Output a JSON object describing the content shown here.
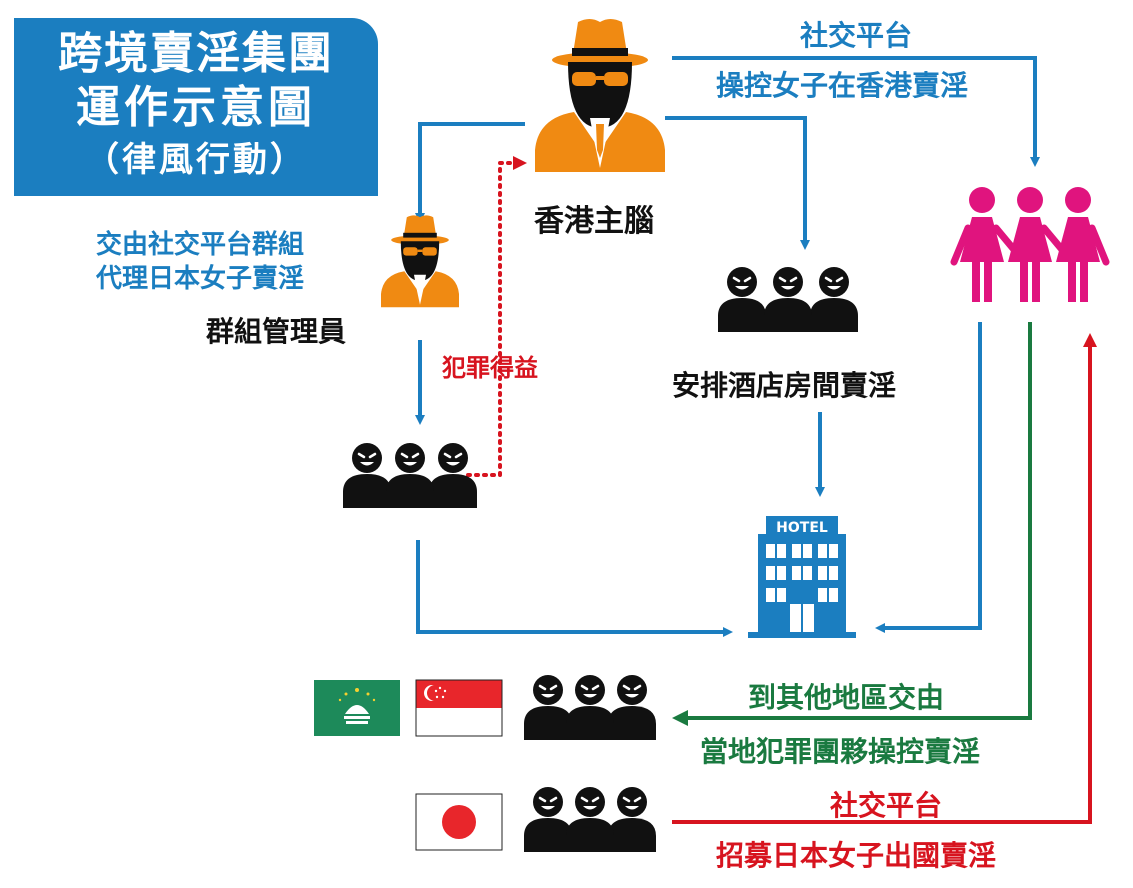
{
  "title": {
    "line1": "跨境賣淫集團",
    "line2": "運作示意圖",
    "line3": "（律風行動）"
  },
  "nodes": {
    "hk_mastermind": "香港主腦",
    "group_admin": "群組管理員",
    "group_admin_desc_1": "交由社交平台群組",
    "group_admin_desc_2": "代理日本女子賣淫",
    "crime_proceeds": "犯罪得益",
    "hotel_arrange": "安排酒店房間賣淫",
    "hotel_sign": "HOTEL"
  },
  "edges": {
    "social_platform_top": "社交平台",
    "control_women_hk": "操控女子在香港賣淫",
    "other_regions_1": "到其他地區交由",
    "other_regions_2": "當地犯罪團夥操控賣淫",
    "social_platform_bottom": "社交平台",
    "recruit_japan": "招募日本女子出國賣淫"
  },
  "colors": {
    "blue": "#1b7ec0",
    "red": "#d7141f",
    "green": "#1a7a40",
    "orange": "#f08a12",
    "pink": "#e0147e",
    "black": "#111111"
  },
  "icons": {
    "mastermind": "hatted-man-orange-icon",
    "admin": "hatted-man-orange-icon",
    "gang": "three-people-icon",
    "women": "three-women-icon",
    "hotel": "hotel-building-icon",
    "flags": [
      "macau-flag-icon",
      "singapore-flag-icon",
      "japan-flag-icon"
    ]
  }
}
